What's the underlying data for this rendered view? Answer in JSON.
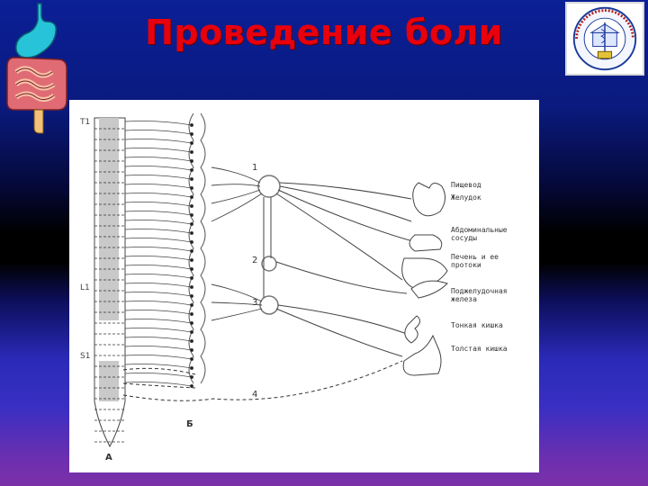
{
  "slide": {
    "title": "Проведение боли"
  },
  "diagram": {
    "segment_labels": {
      "t1": "T1",
      "l1": "L1",
      "s1": "S1"
    },
    "pathway_numbers": {
      "n1": "1",
      "n2": "2",
      "n3": "3",
      "n4": "4"
    },
    "panel_labels": {
      "a": "А",
      "b": "Б"
    },
    "organ_labels": {
      "esophagus": "Пищевод",
      "stomach": "Желудок",
      "abdominal_vessels": "Абдоминальные сосуды",
      "liver": "Печень и ее протоки",
      "pancreas": "Поджелудочная железа",
      "small_intestine": "Тонкая кишка",
      "large_intestine": "Толстая кишка"
    }
  },
  "colors": {
    "title": "#e8000d",
    "background_top": "#0b1f96",
    "background_bottom": "#7c30a8"
  }
}
